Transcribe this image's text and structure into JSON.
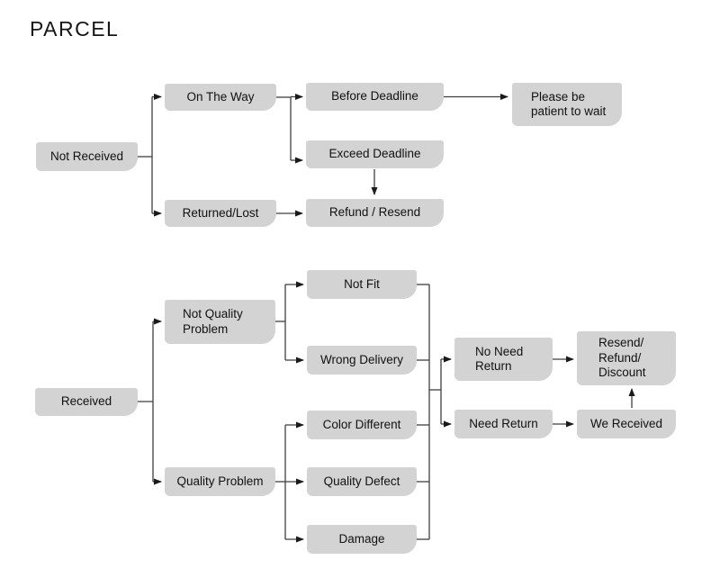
{
  "title": "PARCEL",
  "colors": {
    "node_fill": "#d3d3d3",
    "connector": "#3f3f3f",
    "text": "#111111",
    "background": "#ffffff"
  },
  "diagram": {
    "nodes": {
      "not_received": {
        "label": "Not Received"
      },
      "on_the_way": {
        "label": "On The Way"
      },
      "returned_lost": {
        "label": "Returned/Lost"
      },
      "before_deadline": {
        "label": "Before Deadline"
      },
      "exceed_deadline": {
        "label": "Exceed Deadline"
      },
      "refund_resend": {
        "label": "Refund / Resend"
      },
      "please_patient": {
        "label": "Please be\npatient to wait"
      },
      "received": {
        "label": "Received"
      },
      "not_quality_problem": {
        "label": "Not Quality\nProblem"
      },
      "quality_problem": {
        "label": "Quality Problem"
      },
      "not_fit": {
        "label": "Not Fit"
      },
      "wrong_delivery": {
        "label": "Wrong Delivery"
      },
      "color_different": {
        "label": "Color Different"
      },
      "quality_defect": {
        "label": "Quality Defect"
      },
      "damage": {
        "label": "Damage"
      },
      "no_need_return": {
        "label": "No Need\nReturn"
      },
      "need_return": {
        "label": "Need Return"
      },
      "resend_refund_discount": {
        "label": "Resend/\nRefund/\nDiscount"
      },
      "we_received": {
        "label": "We Received"
      }
    },
    "edges": [
      {
        "from": "not_received",
        "to": "on_the_way"
      },
      {
        "from": "not_received",
        "to": "returned_lost"
      },
      {
        "from": "on_the_way",
        "to": "before_deadline"
      },
      {
        "from": "on_the_way",
        "to": "exceed_deadline"
      },
      {
        "from": "before_deadline",
        "to": "please_patient"
      },
      {
        "from": "exceed_deadline",
        "to": "refund_resend"
      },
      {
        "from": "returned_lost",
        "to": "refund_resend"
      },
      {
        "from": "received",
        "to": "not_quality_problem"
      },
      {
        "from": "received",
        "to": "quality_problem"
      },
      {
        "from": "not_quality_problem",
        "to": "not_fit"
      },
      {
        "from": "not_quality_problem",
        "to": "wrong_delivery"
      },
      {
        "from": "quality_problem",
        "to": "color_different"
      },
      {
        "from": "quality_problem",
        "to": "quality_defect"
      },
      {
        "from": "quality_problem",
        "to": "damage"
      },
      {
        "from": "not_fit",
        "to": "return_decision"
      },
      {
        "from": "wrong_delivery",
        "to": "return_decision"
      },
      {
        "from": "color_different",
        "to": "return_decision"
      },
      {
        "from": "quality_defect",
        "to": "return_decision"
      },
      {
        "from": "damage",
        "to": "return_decision"
      },
      {
        "from": "return_decision",
        "to": "no_need_return"
      },
      {
        "from": "return_decision",
        "to": "need_return"
      },
      {
        "from": "no_need_return",
        "to": "resend_refund_discount"
      },
      {
        "from": "need_return",
        "to": "we_received"
      },
      {
        "from": "we_received",
        "to": "resend_refund_discount"
      }
    ]
  }
}
